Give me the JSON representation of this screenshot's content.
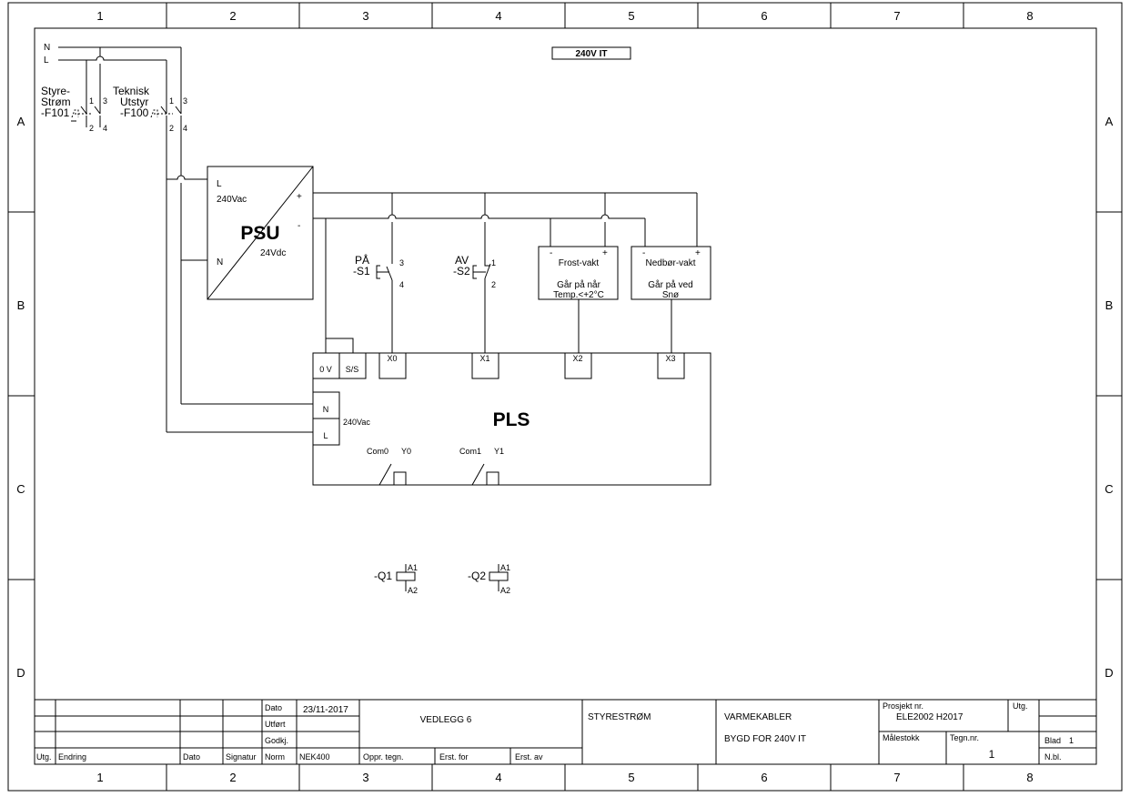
{
  "frame": {
    "columns": [
      "1",
      "2",
      "3",
      "4",
      "5",
      "6",
      "7",
      "8"
    ],
    "rows": [
      "A",
      "B",
      "C",
      "D"
    ]
  },
  "header_tag": "240V IT",
  "supply": {
    "n": "N",
    "l": "L"
  },
  "breakers": {
    "f101": {
      "name1": "Styre-",
      "name2": "Strøm",
      "tag": "-F101",
      "t1": "1",
      "t2": "2",
      "t3": "3",
      "t4": "4"
    },
    "f100": {
      "name1": "Teknisk",
      "name2": "Utstyr",
      "tag": "-F100",
      "t1": "1",
      "t2": "2",
      "t3": "3",
      "t4": "4"
    }
  },
  "psu": {
    "title": "PSU",
    "in_l": "L",
    "in_n": "N",
    "vin": "240Vac",
    "vout": "24Vdc",
    "plus": "+",
    "minus": "-"
  },
  "switches": {
    "s1": {
      "label": "PÅ",
      "tag": "-S1",
      "t_top": "3",
      "t_bot": "4"
    },
    "s2": {
      "label": "AV",
      "tag": "-S2",
      "t_top": "1",
      "t_bot": "2"
    }
  },
  "sensors": {
    "frost": {
      "minus": "-",
      "plus": "+",
      "title": "Frost-vakt",
      "line1": "Går på når",
      "line2": "Temp.<+2°C"
    },
    "nedbor": {
      "minus": "-",
      "plus": "+",
      "title": "Nedbør-vakt",
      "line1": "Går på ved",
      "line2": "Snø"
    }
  },
  "plc": {
    "title": "PLS",
    "zero_v": "0 V",
    "ss": "S/S",
    "inputs": [
      "X0",
      "X1",
      "X2",
      "X3"
    ],
    "n": "N",
    "l": "L",
    "vac": "240Vac",
    "com0": "Com0",
    "y0": "Y0",
    "com1": "Com1",
    "y1": "Y1"
  },
  "contactors": {
    "q1": {
      "tag": "-Q1",
      "a1": "A1",
      "a2": "A2"
    },
    "q2": {
      "tag": "-Q2",
      "a1": "A1",
      "a2": "A2"
    }
  },
  "title_block": {
    "dato_label": "Dato",
    "dato_value": "23/11-2017",
    "utfort_label": "Utført",
    "godkj_label": "Godkj.",
    "norm_label": "Norm",
    "norm_value": "NEK400",
    "utg_label": "Utg.",
    "endring_label": "Endring",
    "dato2_label": "Dato",
    "signatur_label": "Signatur",
    "oppr_label": "Oppr. tegn.",
    "erst_for_label": "Erst. for",
    "erst_av_label": "Erst. av",
    "vedlegg": "VEDLEGG 6",
    "styrestrom": "STYRESTRØM",
    "varmekabler": "VARMEKABLER",
    "bygd": "BYGD FOR 240V IT",
    "prosjekt_label": "Prosjekt nr.",
    "prosjekt_value": "ELE2002 H2017",
    "utg2_label": "Utg.",
    "malestokk_label": "Målestokk",
    "tegn_label": "Tegn.nr.",
    "tegn_value": "1",
    "blad_label": "Blad",
    "blad_value": "1",
    "nbl_label": "N.bl."
  }
}
